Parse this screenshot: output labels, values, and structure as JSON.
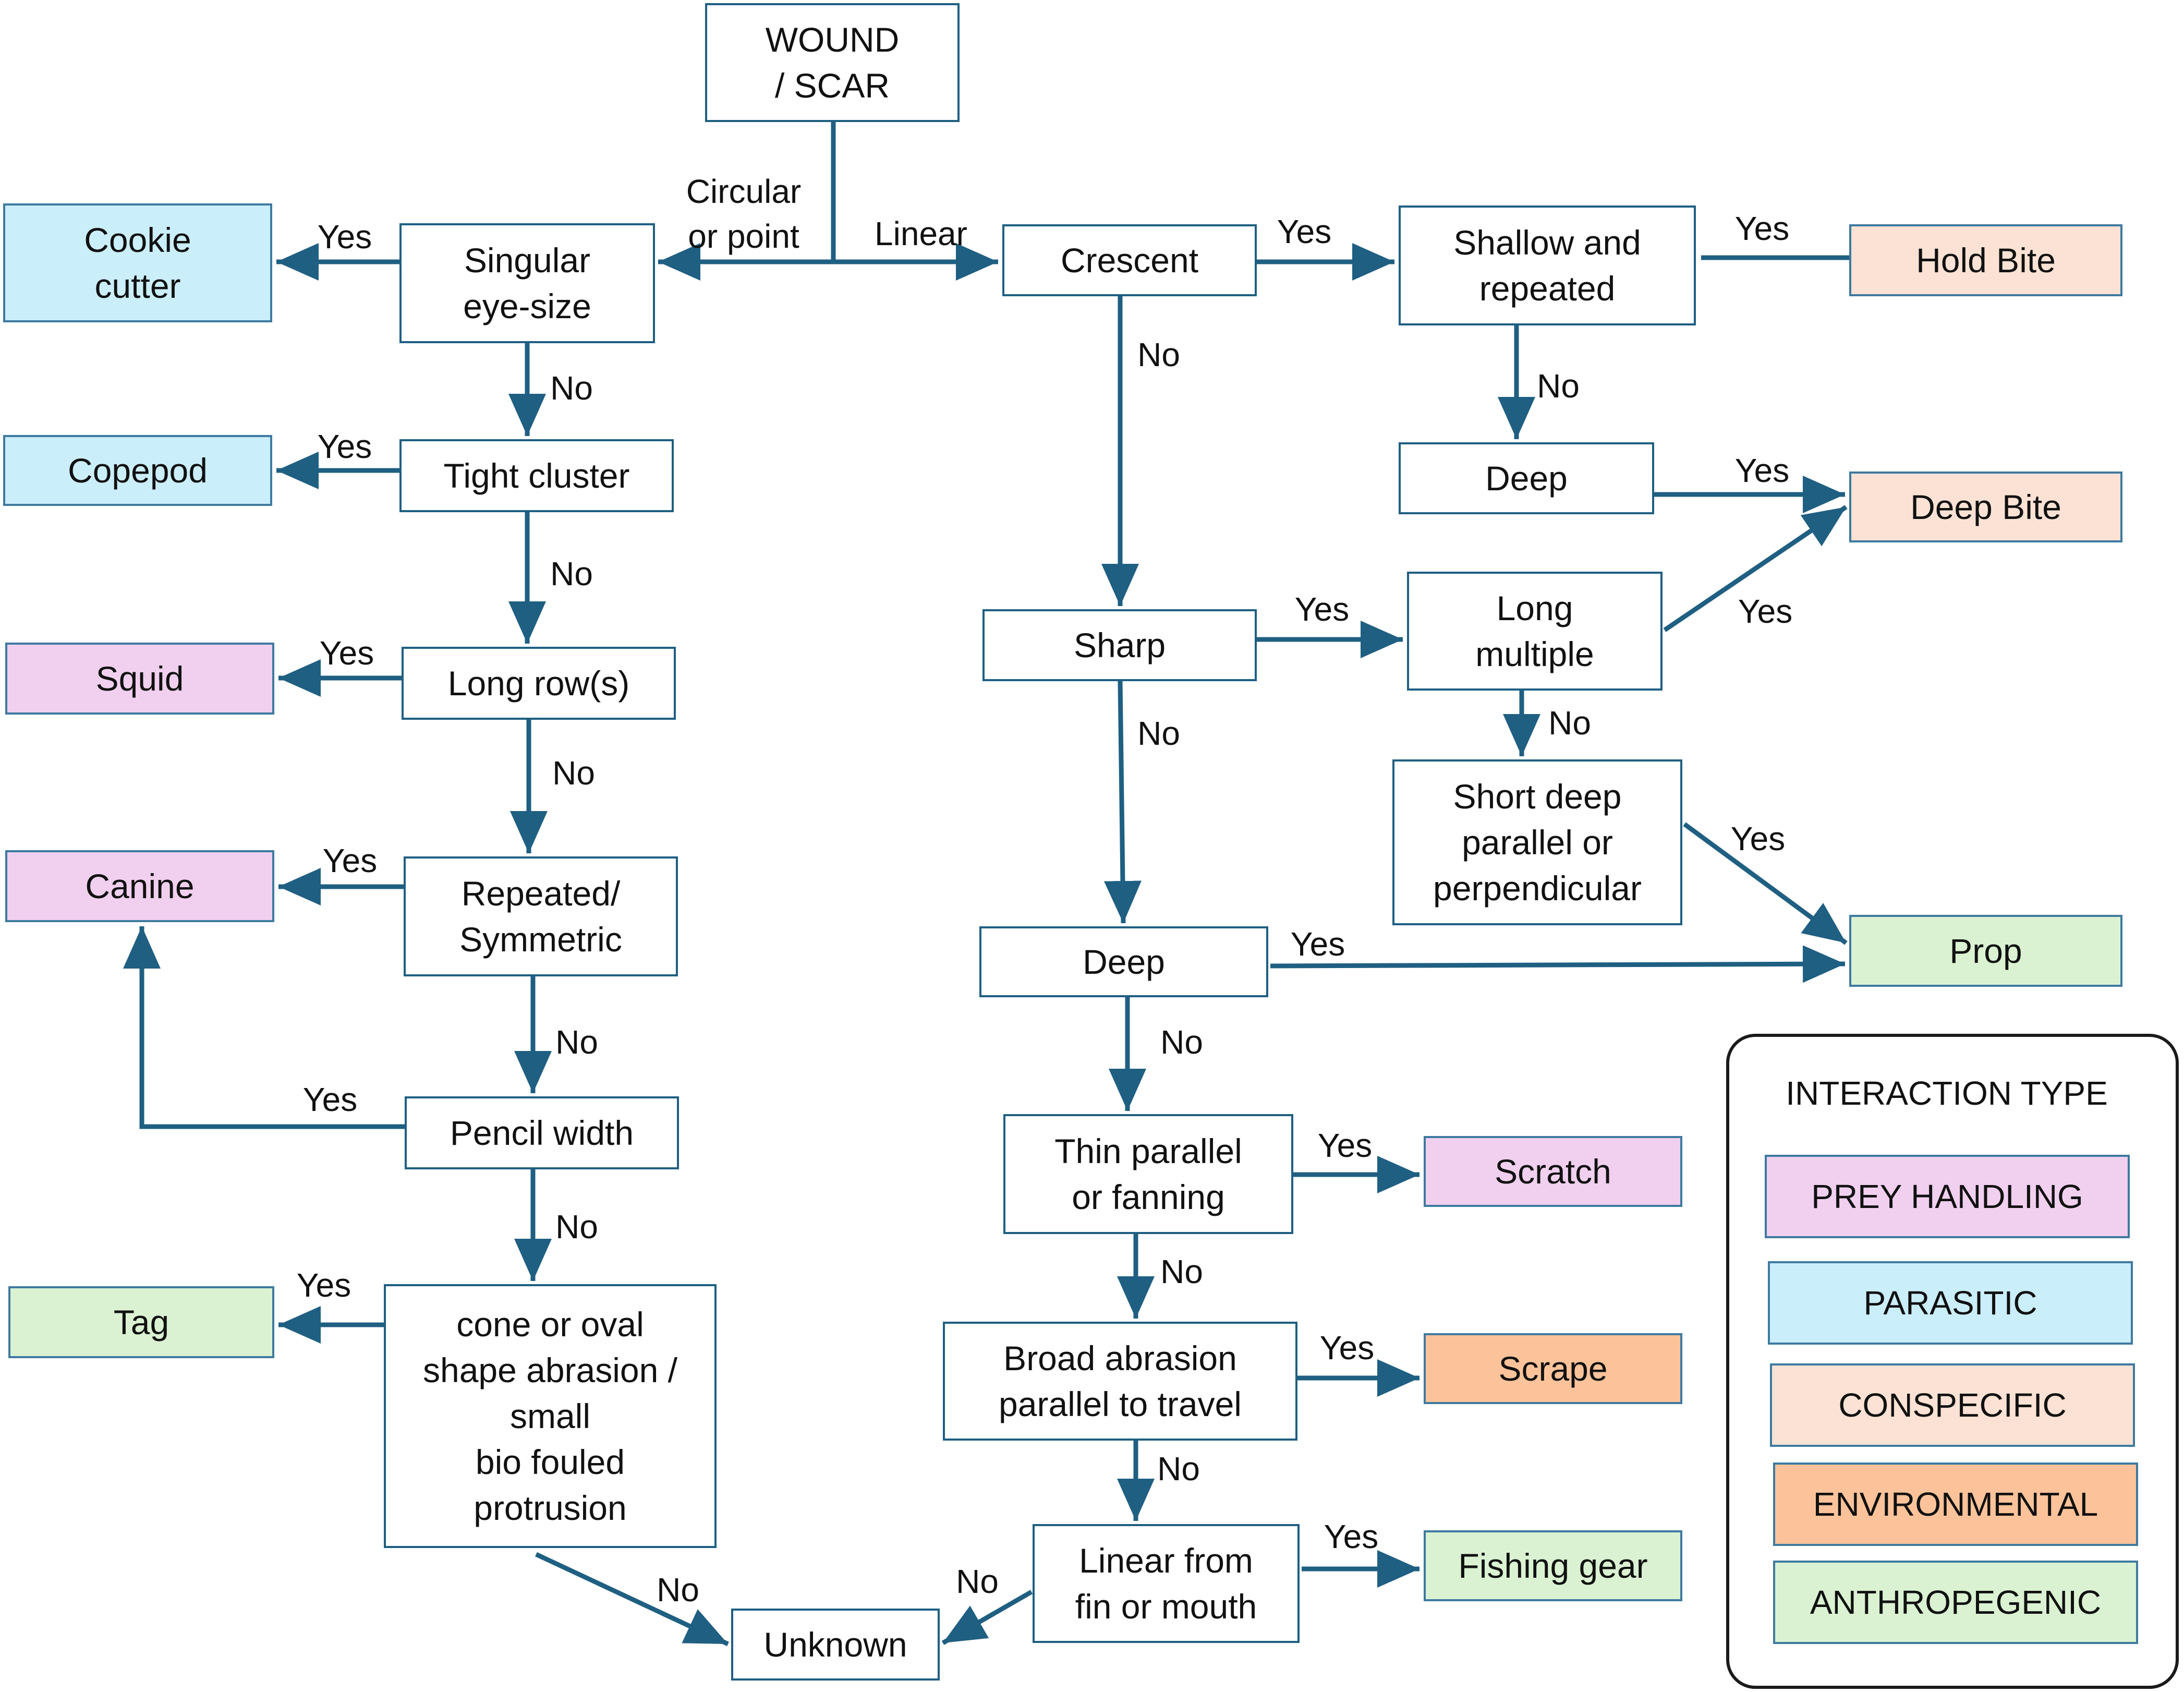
{
  "colors": {
    "prey_handling": "#f0d0ee",
    "parasitic": "#cbeefb",
    "conspecific": "#fbe2d4",
    "environmental": "#fcc39a",
    "anthropogenic": "#daf2d2",
    "arrow": "#1f5f82"
  },
  "nodes": {
    "wound_scar": "WOUND\n/ SCAR",
    "singular_eye_size": "Singular\neye-size",
    "tight_cluster": "Tight cluster",
    "long_rows": "Long row(s)",
    "repeated_symmetric": "Repeated/\nSymmetric",
    "pencil_width": "Pencil width",
    "cone_oval": "cone or oval\nshape abrasion /\nsmall\nbio fouled\nprotrusion",
    "crescent": "Crescent",
    "shallow_repeated": "Shallow and\nrepeated",
    "deep_right": "Deep",
    "sharp": "Sharp",
    "long_multiple": "Long\nmultiple",
    "short_deep": "Short deep\nparallel or\nperpendicular",
    "deep_center": "Deep",
    "thin_parallel": "Thin parallel\nor fanning",
    "broad_abrasion": "Broad abrasion\nparallel to travel",
    "linear_fin": "Linear from\nfin or mouth",
    "unknown": "Unknown"
  },
  "outcomes": {
    "cookie_cutter": "Cookie\ncutter",
    "copepod": "Copepod",
    "squid": "Squid",
    "canine": "Canine",
    "tag": "Tag",
    "hold_bite": "Hold Bite",
    "deep_bite": "Deep Bite",
    "prop": "Prop",
    "scratch": "Scratch",
    "scrape": "Scrape",
    "fishing_gear": "Fishing gear"
  },
  "edge_labels": {
    "circular_or_point": "Circular\nor point",
    "linear": "Linear",
    "yes": "Yes",
    "no": "No"
  },
  "legend": {
    "title": "INTERACTION TYPE",
    "items": [
      "PREY HANDLING",
      "PARASITIC",
      "CONSPECIFIC",
      "ENVIRONMENTAL",
      "ANTHROPEGENIC"
    ]
  }
}
